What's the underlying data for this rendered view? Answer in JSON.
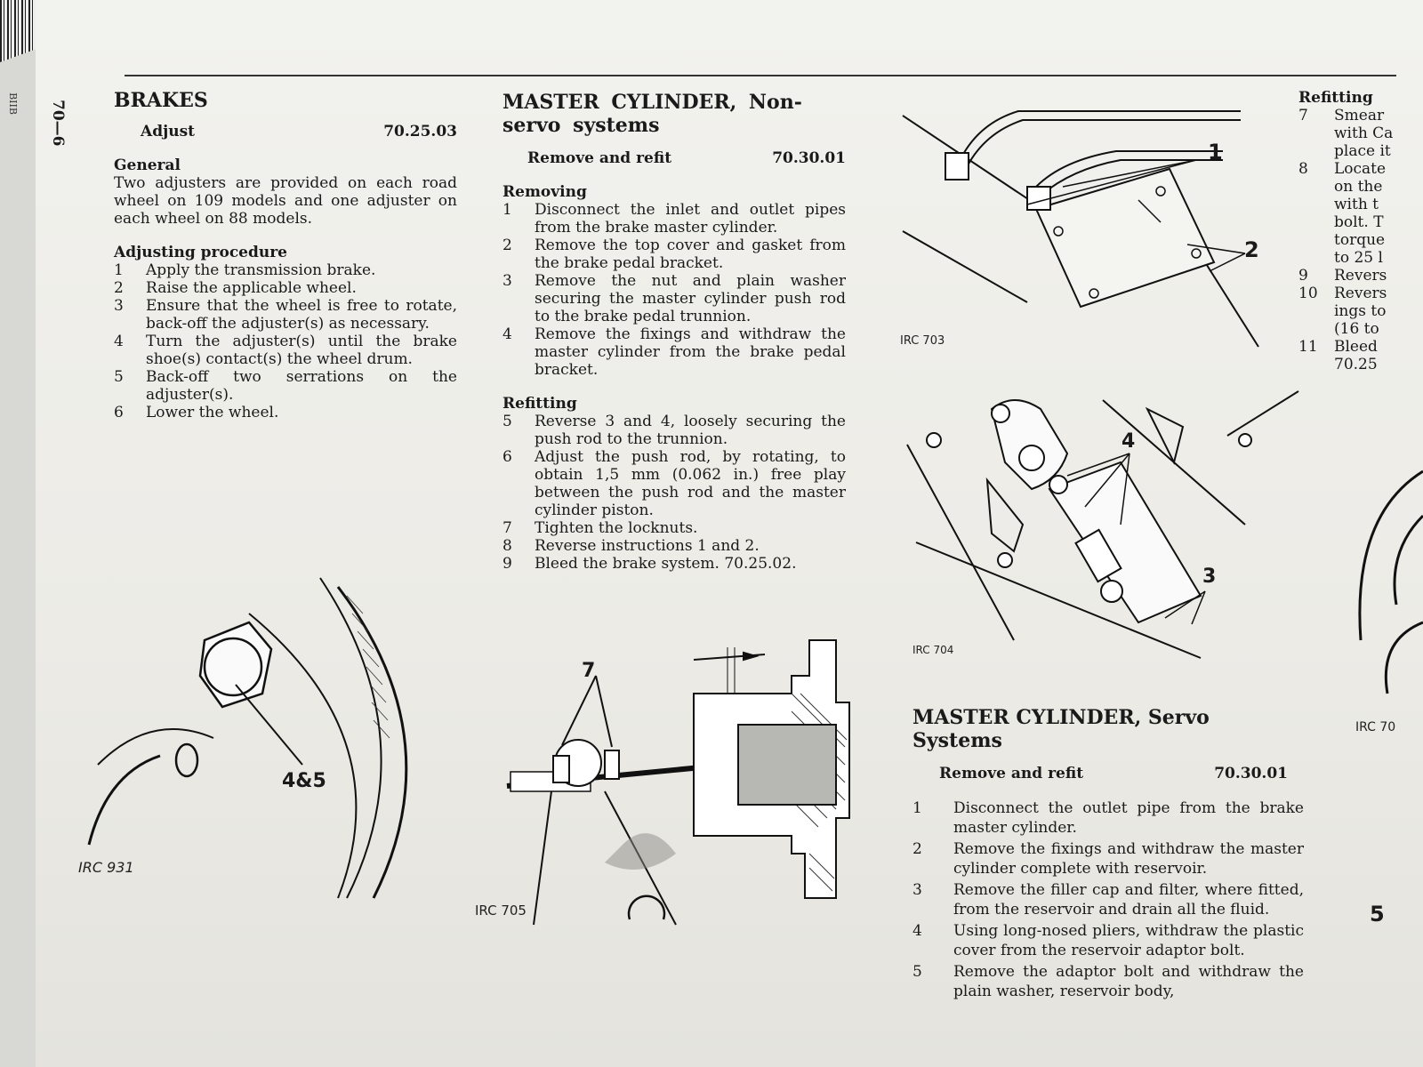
{
  "side_strip": {
    "label": "BIIB"
  },
  "page_number": "70—6",
  "col1": {
    "title": "BRAKES",
    "op_name": "Adjust",
    "op_code": "70.25.03",
    "general_heading": "General",
    "general_text": "Two adjusters are provided on each road wheel on 109 models and one adjuster on each wheel on 88 models.",
    "adjusting_heading": "Adjusting procedure",
    "steps": [
      {
        "n": "1",
        "t": "Apply the transmission brake."
      },
      {
        "n": "2",
        "t": "Raise the applicable wheel."
      },
      {
        "n": "3",
        "t": "Ensure that the wheel is free to rotate, back-off the adjuster(s) as necessary."
      },
      {
        "n": "4",
        "t": "Turn the adjuster(s) until the brake shoe(s) contact(s) the wheel drum."
      },
      {
        "n": "5",
        "t": "Back-off two serrations on the adjuster(s)."
      },
      {
        "n": "6",
        "t": "Lower the wheel."
      }
    ],
    "figure": {
      "callout": "4&5",
      "label": "IRC 931"
    }
  },
  "col2": {
    "title": "MASTER CYLINDER, Non-servo systems",
    "op_name": "Remove and refit",
    "op_code": "70.30.01",
    "removing_heading": "Removing",
    "removing_steps": [
      {
        "n": "1",
        "t": "Disconnect the inlet and outlet pipes from the brake master cylinder."
      },
      {
        "n": "2",
        "t": "Remove the top cover and gasket from the brake pedal bracket."
      },
      {
        "n": "3",
        "t": "Remove the nut and plain washer securing the master cylinder push rod to the brake pedal trunnion."
      },
      {
        "n": "4",
        "t": "Remove the fixings and withdraw the master cylinder from the brake pedal bracket."
      }
    ],
    "refitting_heading": "Refitting",
    "refitting_steps": [
      {
        "n": "5",
        "t": "Reverse 3 and 4, loosely securing the push rod to the trunnion."
      },
      {
        "n": "6",
        "t": "Adjust the push rod, by rotating, to obtain 1,5 mm (0.062 in.) free play between the push rod and the master cylinder piston."
      },
      {
        "n": "7",
        "t": "Tighten the locknuts."
      },
      {
        "n": "8",
        "t": "Reverse instructions 1 and 2."
      },
      {
        "n": "9",
        "t": "Bleed the brake system. 70.25.02."
      }
    ],
    "figure": {
      "callout": "7",
      "label": "IRC 705"
    }
  },
  "col3": {
    "fig_top": {
      "callout_1": "1",
      "callout_2": "2",
      "label": "IRC 703"
    },
    "fig_mid": {
      "callout_4": "4",
      "callout_3": "3",
      "label": "IRC 704"
    },
    "title": "MASTER CYLINDER, Servo Systems",
    "op_name": "Remove and refit",
    "op_code": "70.30.01",
    "steps": [
      {
        "n": "1",
        "t": "Disconnect the outlet pipe from the brake master cylinder."
      },
      {
        "n": "2",
        "t": "Remove the fixings and withdraw the master cylinder complete with reservoir."
      },
      {
        "n": "3",
        "t": "Remove the filler cap and filter, where fitted, from the reservoir and drain all the fluid."
      },
      {
        "n": "4",
        "t": "Using long-nosed pliers, withdraw the plastic cover from the reservoir adaptor bolt."
      },
      {
        "n": "5",
        "t": "Remove the adaptor bolt and withdraw the plain washer, reservoir body,"
      }
    ]
  },
  "col4": {
    "heading": "Refitting",
    "lines": [
      {
        "n": "7",
        "t": "Smear"
      },
      {
        "n": "",
        "t": "with Ca"
      },
      {
        "n": "",
        "t": "place it"
      },
      {
        "n": "8",
        "t": "Locate"
      },
      {
        "n": "",
        "t": "on the"
      },
      {
        "n": "",
        "t": "with t"
      },
      {
        "n": "",
        "t": "bolt. T"
      },
      {
        "n": "",
        "t": "torque"
      },
      {
        "n": "",
        "t": "to 25 l"
      },
      {
        "n": "9",
        "t": "Revers"
      },
      {
        "n": "10",
        "t": "Revers"
      },
      {
        "n": "",
        "t": "ings to"
      },
      {
        "n": "",
        "t": "(16 to"
      },
      {
        "n": "11",
        "t": "Bleed"
      },
      {
        "n": "",
        "t": "70.25"
      }
    ],
    "fig_label": "IRC 70",
    "callout": "5"
  }
}
